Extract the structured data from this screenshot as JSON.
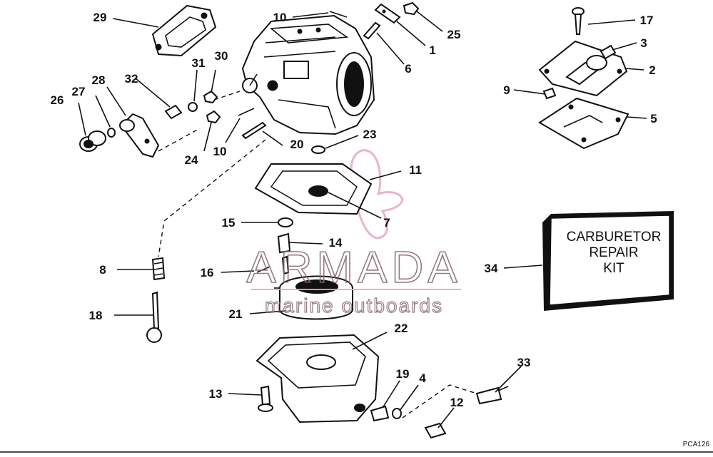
{
  "callouts": {
    "c1": "1",
    "c2": "2",
    "c3": "3",
    "c4": "4",
    "c5": "5",
    "c6": "6",
    "c7": "7",
    "c8": "8",
    "c9": "9",
    "c10a": "10",
    "c10b": "10",
    "c11": "11",
    "c12": "12",
    "c13": "13",
    "c14": "14",
    "c15": "15",
    "c16": "16",
    "c17": "17",
    "c18": "18",
    "c19": "19",
    "c20": "20",
    "c21": "21",
    "c22": "22",
    "c23": "23",
    "c24": "24",
    "c25": "25",
    "c26": "26",
    "c27": "27",
    "c28": "28",
    "c29": "29",
    "c30": "30",
    "c31": "31",
    "c32": "32",
    "c33": "33",
    "c34": "34"
  },
  "kit": {
    "line1": "CARBURETOR",
    "line2": "REPAIR",
    "line3": "KIT"
  },
  "watermark": {
    "brand": "ARMADA",
    "tagline": "marine outboards"
  },
  "figure_code": "PCA126",
  "colors": {
    "ink": "#111111",
    "watermark_pink": "#e6a6c6",
    "watermark_grey": "#8a6b7a",
    "background": "#ffffff"
  }
}
